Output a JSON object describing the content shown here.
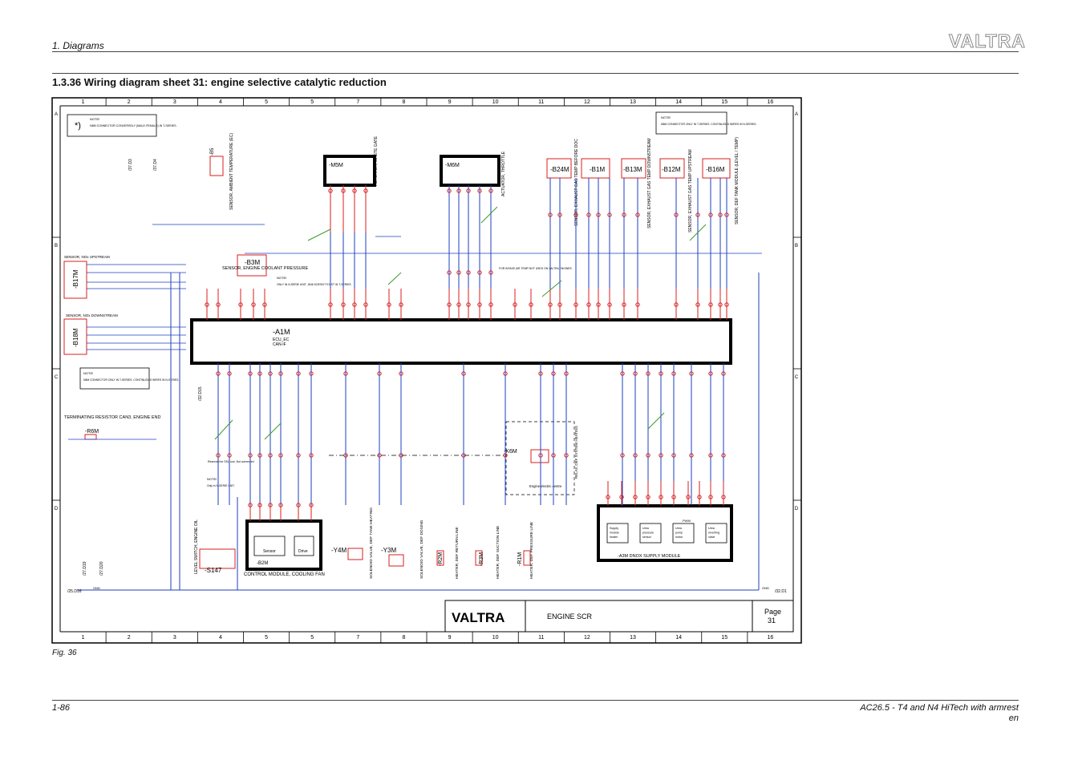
{
  "header": {
    "section": "1. Diagrams",
    "brand": "VALTRA"
  },
  "title": "1.3.36  Wiring diagram sheet 31: engine selective catalytic reduction",
  "grid": {
    "columns": [
      "1",
      "2",
      "3",
      "4",
      "5",
      "5",
      "7",
      "8",
      "9",
      "10",
      "11",
      "12",
      "13",
      "14",
      "15",
      "16"
    ],
    "rows": [
      "A",
      "B",
      "C",
      "D"
    ]
  },
  "notes": {
    "star_symbol": "*)",
    "note_label": "NOTE!",
    "star_note": "N8M CONNECTOR CONVERSELY (MALE-FEMALE) IN T-SERIES.",
    "top_right_note": "N8M CONNECTOR ONLY IN T-SERIES. CONTINUOUS WIRES IN N-SERIES.",
    "left_note": "N8M CONNECTOR ONLY IN T-SERIES. CONTINUOUS WIRES IN N-SERIES.",
    "b3m_note": "ONLY IN N-SERIE UNIT. J846 DOESN'T EXIST IN T-SERIES",
    "s147_note": "Only in N-SERIE UNIT.",
    "ssu_note": "Reserved for SSU use, Not connected.",
    "intake_note": "FOR INTAKE AIR TEMP NOT USED ON VALTRA ENGINES"
  },
  "components": {
    "ecu": "-A1M",
    "ecu_sub": "ECU_EC",
    "ecu_sub2": "CAN-IF",
    "m5m": "-M5M",
    "m5m_label": "ACTUATOR, WASTE GATE",
    "m6m": "-M6M",
    "m6m_label": "ACTUATOR, THROTTLE",
    "b24m": "-B24M",
    "b1m": "-B1M",
    "b13m": "-B13M",
    "b12m": "-B12M",
    "b16m": "-B16M",
    "b24m_label": "SENSOR, EXHAUST GAS TEMP BEFORE DOC",
    "b13m_label": "SENSOR, EXHAUST GAS TEMP DOWNSTREAM",
    "b12m_label": "SENSOR, EXHAUST GAS TEMP UPSTREAM",
    "b16m_label": "SENSOR, DEF TANK MODULE (LEVEL / TEMP)",
    "b3m": "-B3M",
    "b3m_label": "SENSOR, ENGINE COOLANT PRESSURE",
    "b5_ambient": "-B5",
    "b5_ambient_label": "SENSOR, AMBIENT TEMPERATURE (EC)",
    "b17m": "-B17M",
    "b17m_label": "SENSOR, NOx UPSTREAM",
    "b18m": "-B18M",
    "b18m_label": "SENSOR, NOx DOWNSTREAM",
    "r6m": "-R6M",
    "r6m_label": "TERMINATING RESISTOR CAN3, ENGINE END",
    "s147": "-S147",
    "s147_label": "LEVEL SWITCH, ENGINE OIL",
    "b2m": "-B2M",
    "b2m_label": "CONTROL MODULE, COOLING FAN",
    "b2m_box_left": "Sensor",
    "b2m_box_right": "Drive",
    "y4m": "-Y4M",
    "y4m_label": "SOLENOID VALVE, DEF TANK HEATING",
    "y3m": "-Y3M",
    "y3m_label": "SOLENOID VALVE, DEF DOSING",
    "r2m": "-R2M",
    "r2m_label": "HEATER, DEF RETURN LINE",
    "r3m": "-R3M",
    "r3m_label": "HEATER, DEF SUCTION LINE",
    "r1m": "-R1M",
    "r1m_label": "HEATER, DEF PRESSURE LINE",
    "k6m": "-K6M",
    "k6m_label": "RELAY, DEF SYSTEM HEATING",
    "engine_connector": "Engine electric centre",
    "a3m": "-A3M DNOX SUPPLY MODULE",
    "a3m_blocks": [
      "Supply module heater",
      "Urea pressure sensor",
      "Urea pump motor",
      "Urea reverting valve"
    ],
    "a3m_pwm": "PWM"
  },
  "wires": {
    "left_label": "/25.D16",
    "right_label": "/32.D1",
    "gnd": "GND",
    "upper_left_refs": [
      "/37.D3",
      "/37.D4"
    ],
    "left_bottom_refs": [
      "/27.D19",
      "/27.D20"
    ],
    "c15_ref": "/32.D15"
  },
  "titleblock": {
    "brand": "VALTRA",
    "title": "ENGINE SCR",
    "page_label": "Page",
    "page_number": "31"
  },
  "fig_caption": "Fig. 36",
  "footer": {
    "page": "1-86",
    "doc": "AC26.5 - T4 and N4 HiTech with armrest",
    "lang": "en"
  },
  "colors": {
    "wire_red": "#d81f1f",
    "wire_blue": "#1d3fbf",
    "wire_green": "#3b9a2c",
    "frame": "#000000"
  }
}
